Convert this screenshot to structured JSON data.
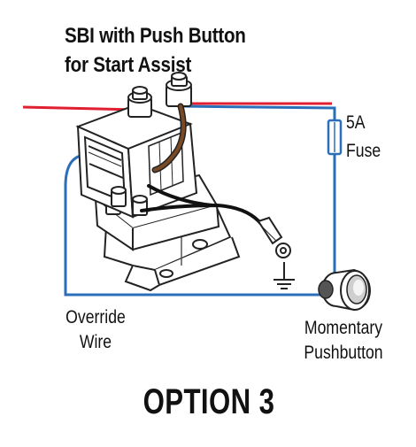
{
  "title": {
    "line1": "SBI with Push Button",
    "line2": "for Start Assist"
  },
  "labels": {
    "fuse_rating": "5A",
    "fuse_name": "Fuse",
    "override_line1": "Override",
    "override_line2": "Wire",
    "pushbutton_line1": "Momentary",
    "pushbutton_line2": "Pushbutton"
  },
  "caption": "OPTION 3",
  "colors": {
    "positive_wire": "#e02030",
    "override_wire": "#2a6fb8",
    "brown_wire": "#7a4a24",
    "black_wire": "#111111",
    "device_fill": "#ffffff",
    "device_outline": "#222222"
  }
}
